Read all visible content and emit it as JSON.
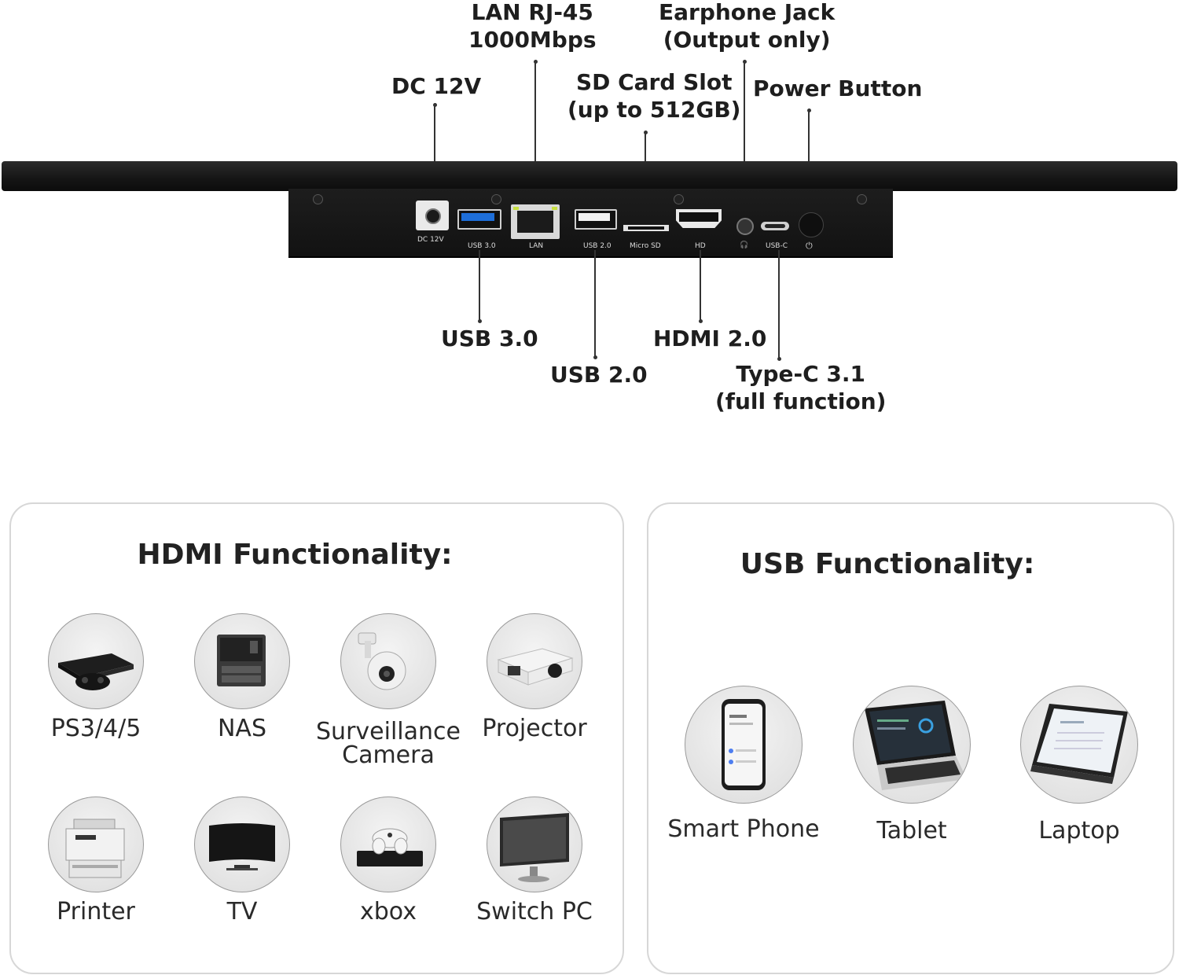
{
  "callouts": {
    "dc": "DC 12V",
    "lan_line1": "LAN RJ-45",
    "lan_line2": "1000Mbps",
    "sd_line1": "SD Card Slot",
    "sd_line2": "(up to 512GB)",
    "earphone_line1": "Earphone Jack",
    "earphone_line2": "(Output only)",
    "power": "Power Button",
    "usb3": "USB 3.0",
    "usb2": "USB 2.0",
    "hdmi": "HDMI 2.0",
    "typec_line1": "Type-C 3.1",
    "typec_line2": "(full function)"
  },
  "port_labels": {
    "dc": "DC 12V",
    "usb3": "USB 3.0",
    "lan": "LAN",
    "usb2": "USB 2.0",
    "sd": "Micro SD",
    "hdmi": "HD",
    "earphone": "🎧",
    "typec": "USB-C",
    "power": "⏻"
  },
  "hdmi_card": {
    "title": "HDMI Functionality:",
    "devices": [
      {
        "label": "PS3/4/5",
        "icon": "game-console-icon"
      },
      {
        "label": "NAS",
        "icon": "nas-icon"
      },
      {
        "label": "Surveillance",
        "label2": "Camera",
        "icon": "camera-icon"
      },
      {
        "label": "Projector",
        "icon": "projector-icon"
      },
      {
        "label": "Printer",
        "icon": "printer-icon"
      },
      {
        "label": "TV",
        "icon": "tv-icon"
      },
      {
        "label": "xbox",
        "icon": "xbox-icon"
      },
      {
        "label": "Switch PC",
        "icon": "monitor-icon"
      }
    ]
  },
  "usb_card": {
    "title": "USB Functionality:",
    "devices": [
      {
        "label": "Smart Phone",
        "icon": "phone-icon"
      },
      {
        "label": "Tablet",
        "icon": "laptop-icon"
      },
      {
        "label": "Laptop",
        "icon": "tablet-icon"
      }
    ]
  }
}
